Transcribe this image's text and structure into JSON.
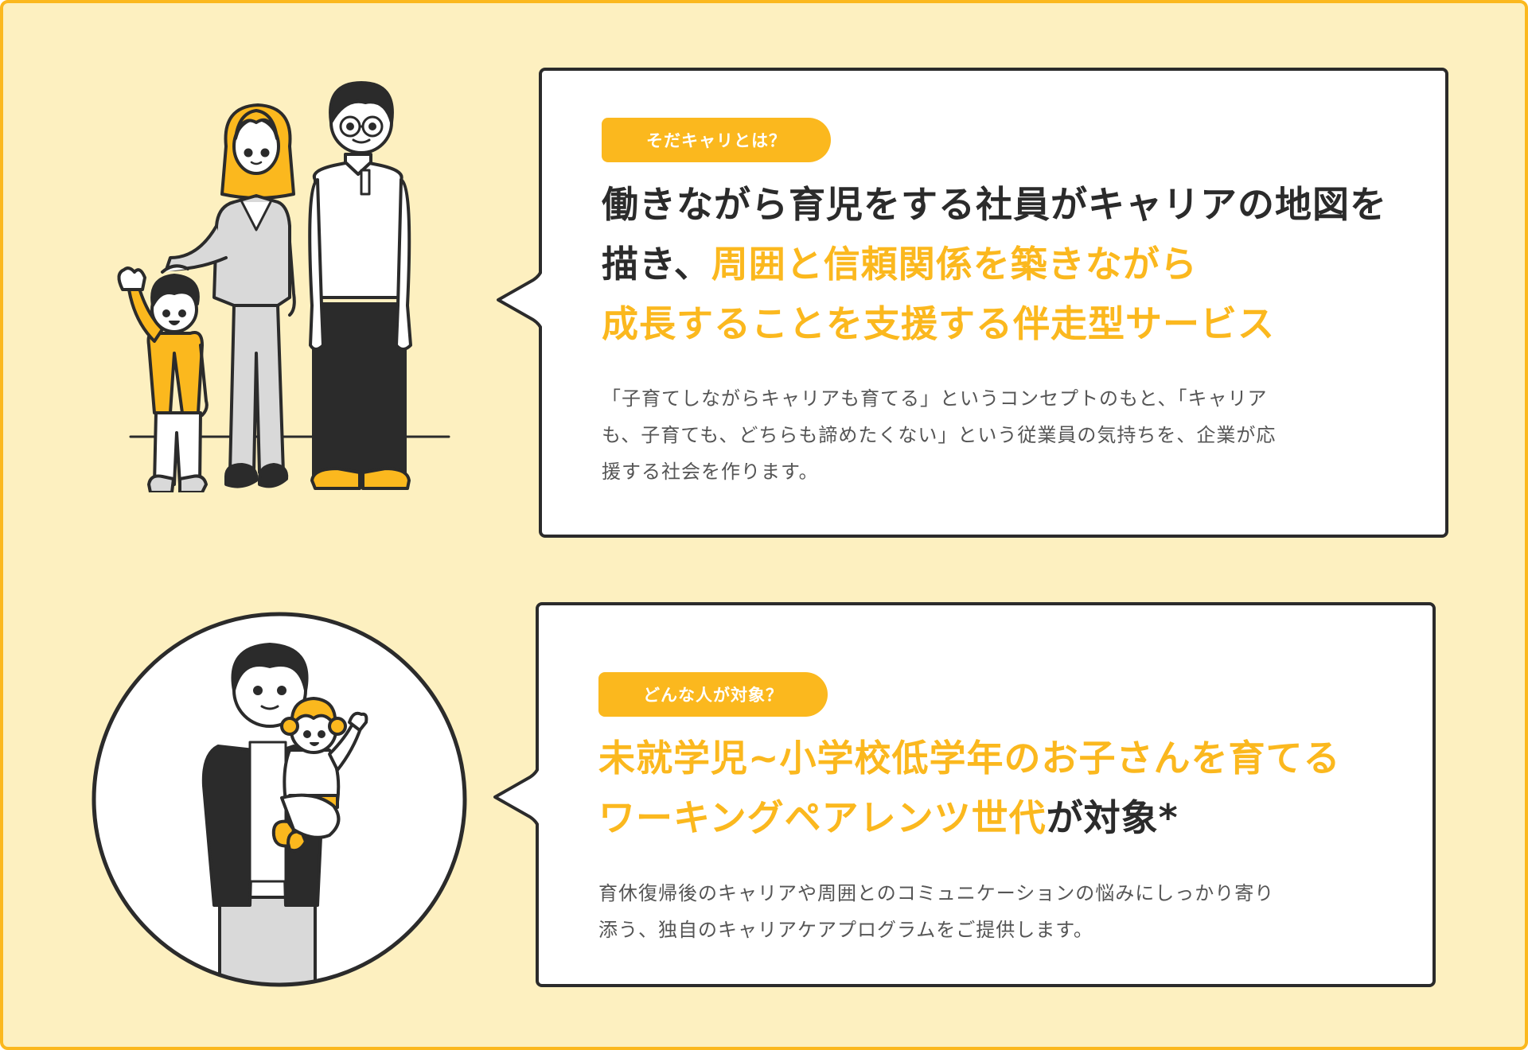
{
  "colors": {
    "background": "#FDF0C0",
    "frame_border": "#FBB81E",
    "accent": "#FBB81E",
    "text_dark": "#2b2b2b",
    "text_body": "#555555",
    "card_bg": "#FFFFFF"
  },
  "section1": {
    "illustration": "family-illustration",
    "badge": "そだキャリとは？",
    "headline": {
      "line1": "働きながら育児をする社員がキャリアの地図を",
      "line2_dark": "描き、",
      "line2_accent": "周囲と信頼関係を築きながら",
      "line3_accent": "成長することを支援する伴走型サービス"
    },
    "body": {
      "line1": "「子育てしながらキャリアも育てる」というコンセプトのもと、「キャリア",
      "line2": "も、子育ても、どちらも諦めたくない」という従業員の気持ちを、企業が応",
      "line3": "援する社会を作ります。"
    }
  },
  "section2": {
    "illustration": "parent-holding-child-illustration",
    "badge": "どんな人が対象？",
    "headline": {
      "line1_accent": "未就学児~小学校低学年のお子さんを育てる",
      "line2_accent": "ワーキングペアレンツ世代",
      "line2_dark": "が対象*"
    },
    "body": {
      "line1": "育休復帰後のキャリアや周囲とのコミュニケーションの悩みにしっかり寄り",
      "line2": "添う、独自のキャリアケアプログラムをご提供します。"
    }
  }
}
